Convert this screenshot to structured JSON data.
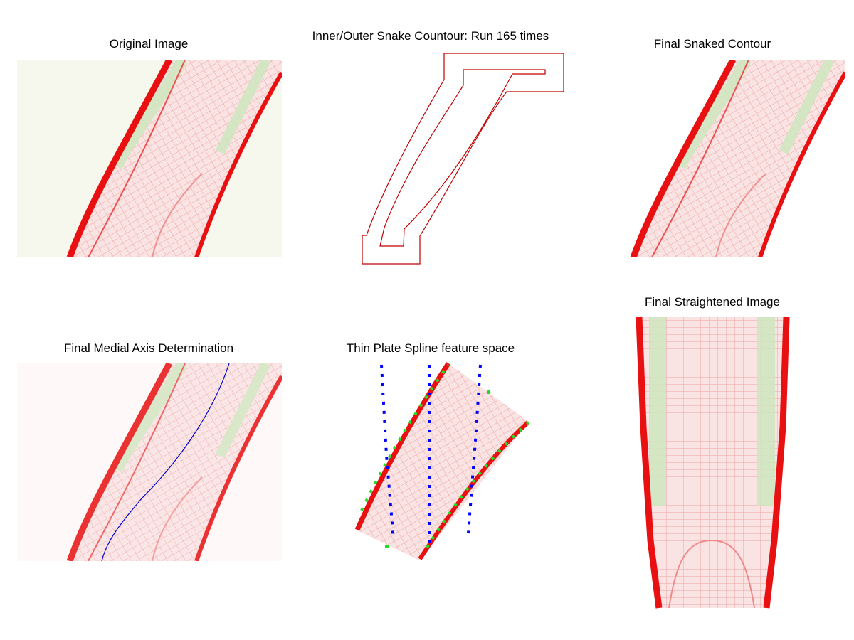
{
  "figure": {
    "titles": {
      "original": "Original Image",
      "snake": "Inner/Outer Snake Countour: Run 165 times",
      "final_contour": "Final Snaked Contour",
      "medial_axis": "Final Medial Axis Determination",
      "tps": "Thin Plate Spline feature space",
      "straightened": "Final Straightened Image"
    },
    "colors": {
      "tissue_edge": "#e81010",
      "tissue_fill": "#f9dede",
      "green_cells": "#cfe6bf",
      "medial_axis": "#0000cc",
      "feature_points_blue": "#0000ff",
      "feature_points_green": "#22dd22"
    }
  }
}
